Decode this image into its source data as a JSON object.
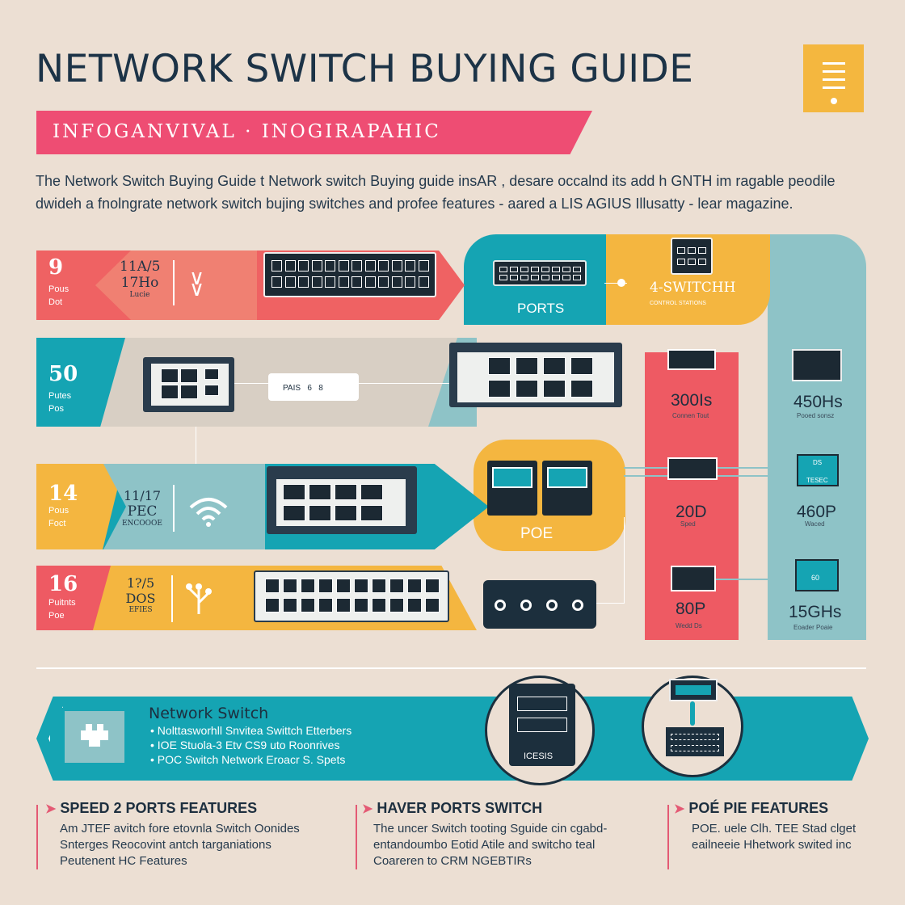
{
  "title": "NETWORK SWITCH BUYING GUIDE",
  "banner": "INFOGANVIVAL · INOGIRAPAHIC",
  "intro": "The Network Switch Buying Guide  t Network switch Buying guide insAR , desare occalnd its add h GNTH im ragable peodile dwideh a fnolngrate network switch bujing switches and profee features - aared a LIS AGIUS Illusatty - lear magazine.",
  "rows": [
    {
      "num": "9",
      "sub1": "Pous",
      "sub2": "Dot",
      "mid_a": "11A/5",
      "mid_b": "17Ho",
      "mid_c": "Lucie"
    },
    {
      "num": "50",
      "sub1": "Putes",
      "sub2": "Pos"
    },
    {
      "num": "14",
      "sub1": "Pous",
      "sub2": "Foct",
      "mid_a": "11/17",
      "mid_b": "PEC",
      "mid_c": "ENCOOOE"
    },
    {
      "num": "16",
      "sub1": "Puitnts",
      "sub2": "Poe",
      "mid_a": "1?/5",
      "mid_b": "DOS",
      "mid_c": "EFIES"
    }
  ],
  "small_label": "PAIS   6   8",
  "ports_label": "PORTS",
  "switch_label": "4-SWITCHH",
  "switch_sub": "CONTROL STATIONS",
  "poe_label": "POE",
  "red_column": [
    {
      "big": "300Is",
      "small": "Connen Tout"
    },
    {
      "big": "20D",
      "small": "Sped"
    },
    {
      "big": "80P",
      "small": "Wedd Ds"
    }
  ],
  "blue_column": [
    {
      "big": "450Hs",
      "small": "Pooed sonsz"
    },
    {
      "big": "460P",
      "small": "Waced",
      "tag": "DS",
      "tag2": "TESEC"
    },
    {
      "big": "15GHs",
      "small": "Eoader Poaie",
      "tag": "60"
    }
  ],
  "bottom_panel": {
    "heading": "Network Switch",
    "bullets": [
      "Nolttasworhll Snvitea Swittch Etterbers",
      "IOE Stuola-3 Etv CS9 uto Roonrives",
      "POC Switch Network Eroacr S. Spets"
    ],
    "device_label": "ICESIS"
  },
  "sections": [
    {
      "title": "SPEED  2 PORTS FEATURES",
      "text": "Am JTEF avitch fore etovnla Switch Oonides Snterges Reocovint antch targaniations Peutenent HC Features"
    },
    {
      "title": "HAVER PORTS SWITCH",
      "text": "The uncer Switch tooting Sguide cin cgabd-entandoumbo Eotid Atile and switcho teal Coareren to CRM NGEBTIRs"
    },
    {
      "title": "POÉ PIE FEATURES",
      "text": "POE. uele Clh. TEE Stad clget eailneeie Hhetwork swited inc"
    }
  ],
  "colors": {
    "red": "#ee5a63",
    "pink": "#ee4d73",
    "teal": "#15a4b3",
    "orange": "#f4b640",
    "light_teal": "#8ec3c7",
    "navy": "#1c3347",
    "bg": "#ecdfd3"
  }
}
